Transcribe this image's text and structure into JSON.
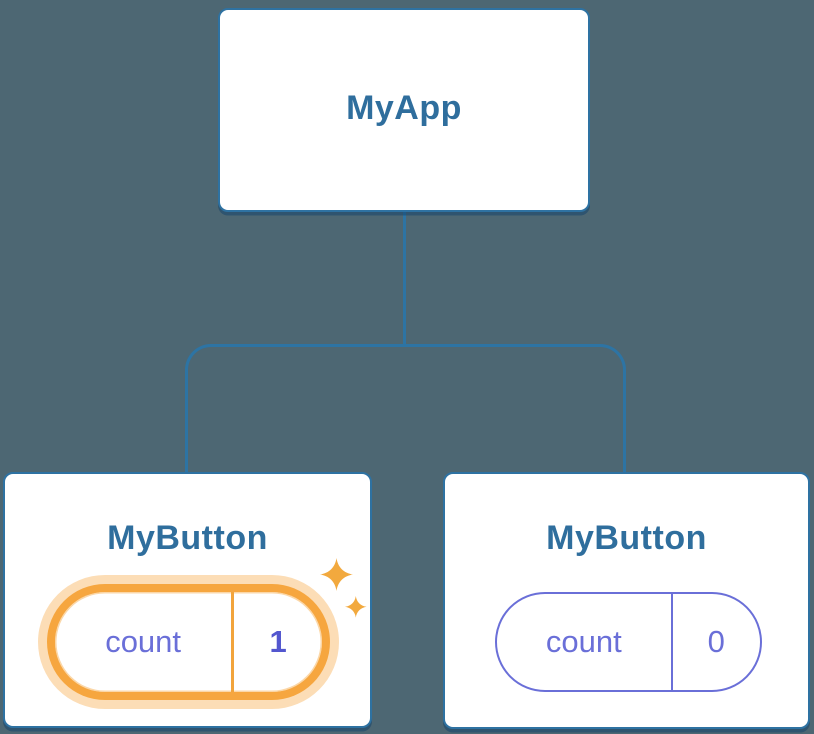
{
  "diagram": {
    "title": "react-component-tree-with-state",
    "root": {
      "label": "MyApp"
    },
    "children": [
      {
        "label": "MyButton",
        "state_key": "count",
        "state_value": "1",
        "highlighted": true
      },
      {
        "label": "MyButton",
        "state_key": "count",
        "state_value": "0",
        "highlighted": false
      }
    ]
  },
  "colors": {
    "background": "#4d6773",
    "connector_blue": "#2d74a4",
    "card_border_blue": "#2e72a2",
    "card_shadow_blue": "#18466b",
    "title_blue": "#2f6e9d",
    "state_purple": "#6a6fd8",
    "state_value_purple_bold": "#5357cf",
    "highlight_orange": "#f6a63f",
    "highlight_glow_orange": "#fbe0b0",
    "sparkle_orange": "#f2a93e",
    "card_background": "#ffffff"
  },
  "icons": {
    "sparkle": "sparkle-icon"
  }
}
